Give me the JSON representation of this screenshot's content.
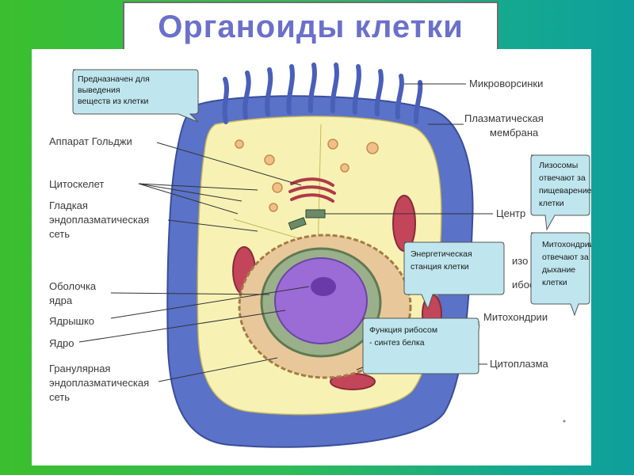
{
  "title": "Органоиды клетки",
  "labels": {
    "microvilli": "Микроворсинки",
    "plasma_membrane_1": "Плазматическая",
    "plasma_membrane_2": "мембрана",
    "golgi": "Аппарат Гольджи",
    "cytoskeleton": "Цитоскелет",
    "smooth_er_1": "Гладкая",
    "smooth_er_2": "эндоплазматическая",
    "smooth_er_3": "сеть",
    "centriole": "Центр",
    "lysosome_partial": "изо",
    "ribosome_partial": "ибос",
    "nuclear_envelope_1": "Оболочка",
    "nuclear_envelope_2": "ядра",
    "nucleolus": "Ядрышко",
    "nucleus": "Ядро",
    "mitochondria": "Митохондрии",
    "rough_er_1": "Гранулярная",
    "rough_er_2": "эндоплазматическая",
    "rough_er_3": "сеть",
    "cytoplasm": "Цитоплазма"
  },
  "callouts": {
    "golgi_function": [
      "Предназначен для",
      "выведения",
      "веществ из клетки"
    ],
    "lysosome_function": [
      "Лизосомы",
      "отвечают за",
      "пищеварение",
      "клетки"
    ],
    "mitochondria_function": [
      "Митохондрии",
      "отвечают за",
      "дыхание",
      "клетки"
    ],
    "energy_station": [
      "Энергетическая",
      "станция клетки"
    ],
    "ribosome_function": [
      "Функция рибосом",
      "- синтез белка"
    ]
  },
  "colors": {
    "title": "#6b70c9",
    "membrane": "#5a72c8",
    "cytoplasm": "#f7f2b4",
    "callout_fill": "#bfe6ee",
    "mitochondria": "#c2455a",
    "nucleus": "#9b6bd6"
  }
}
